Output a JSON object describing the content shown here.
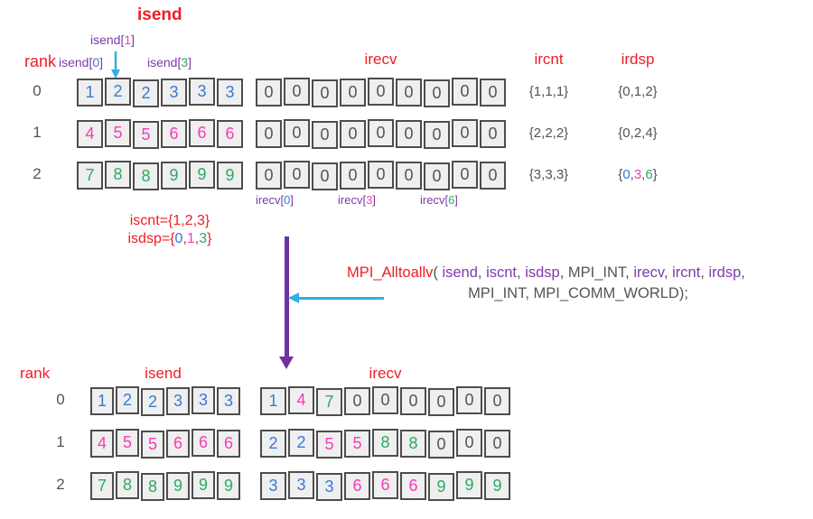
{
  "colors": {
    "red": "#ee1c25",
    "purple": "#7c3aad",
    "arrow_purple": "#7030a0",
    "blue": "#3779d4",
    "magenta": "#f23eb5",
    "green": "#2cab5f",
    "cyan": "#30aee6",
    "dark": "#515559",
    "cell_bg": "#efeff0",
    "cell_border": "#4d4d4d"
  },
  "top": {
    "title": "isend",
    "rank_header": "rank",
    "irecv_header": "irecv",
    "ircnt_header": "ircnt",
    "irdsp_header": "irdsp",
    "isend_label_1": [
      {
        "t": "isend[",
        "c": "purple"
      },
      {
        "t": "1",
        "c": "magenta"
      },
      {
        "t": "]",
        "c": "purple"
      }
    ],
    "isend_label_0": [
      {
        "t": "isend[",
        "c": "purple"
      },
      {
        "t": "0",
        "c": "blue"
      },
      {
        "t": "]",
        "c": "purple"
      }
    ],
    "isend_label_3": [
      {
        "t": "isend[",
        "c": "purple"
      },
      {
        "t": "3",
        "c": "green"
      },
      {
        "t": "]",
        "c": "purple"
      }
    ],
    "rows": [
      {
        "rank": "0",
        "isend": [
          {
            "v": "1",
            "c": "blue"
          },
          {
            "v": "2",
            "c": "blue"
          },
          {
            "v": "2",
            "c": "blue"
          },
          {
            "v": "3",
            "c": "blue"
          },
          {
            "v": "3",
            "c": "blue"
          },
          {
            "v": "3",
            "c": "blue"
          }
        ],
        "irecv": [
          {
            "v": "0",
            "c": "dark"
          },
          {
            "v": "0",
            "c": "dark"
          },
          {
            "v": "0",
            "c": "dark"
          },
          {
            "v": "0",
            "c": "dark"
          },
          {
            "v": "0",
            "c": "dark"
          },
          {
            "v": "0",
            "c": "dark"
          },
          {
            "v": "0",
            "c": "dark"
          },
          {
            "v": "0",
            "c": "dark"
          },
          {
            "v": "0",
            "c": "dark"
          }
        ],
        "ircnt": "{1,1,1}",
        "irdsp": [
          {
            "t": "{0,1,2}",
            "c": "dark"
          }
        ]
      },
      {
        "rank": "1",
        "isend": [
          {
            "v": "4",
            "c": "magenta"
          },
          {
            "v": "5",
            "c": "magenta"
          },
          {
            "v": "5",
            "c": "magenta"
          },
          {
            "v": "6",
            "c": "magenta"
          },
          {
            "v": "6",
            "c": "magenta"
          },
          {
            "v": "6",
            "c": "magenta"
          }
        ],
        "irecv": [
          {
            "v": "0",
            "c": "dark"
          },
          {
            "v": "0",
            "c": "dark"
          },
          {
            "v": "0",
            "c": "dark"
          },
          {
            "v": "0",
            "c": "dark"
          },
          {
            "v": "0",
            "c": "dark"
          },
          {
            "v": "0",
            "c": "dark"
          },
          {
            "v": "0",
            "c": "dark"
          },
          {
            "v": "0",
            "c": "dark"
          },
          {
            "v": "0",
            "c": "dark"
          }
        ],
        "ircnt": "{2,2,2}",
        "irdsp": [
          {
            "t": "{0,2,4}",
            "c": "dark"
          }
        ]
      },
      {
        "rank": "2",
        "isend": [
          {
            "v": "7",
            "c": "green"
          },
          {
            "v": "8",
            "c": "green"
          },
          {
            "v": "8",
            "c": "green"
          },
          {
            "v": "9",
            "c": "green"
          },
          {
            "v": "9",
            "c": "green"
          },
          {
            "v": "9",
            "c": "green"
          }
        ],
        "irecv": [
          {
            "v": "0",
            "c": "dark"
          },
          {
            "v": "0",
            "c": "dark"
          },
          {
            "v": "0",
            "c": "dark"
          },
          {
            "v": "0",
            "c": "dark"
          },
          {
            "v": "0",
            "c": "dark"
          },
          {
            "v": "0",
            "c": "dark"
          },
          {
            "v": "0",
            "c": "dark"
          },
          {
            "v": "0",
            "c": "dark"
          },
          {
            "v": "0",
            "c": "dark"
          }
        ],
        "ircnt": "{3,3,3}",
        "irdsp": [
          {
            "t": "{",
            "c": "dark"
          },
          {
            "t": "0",
            "c": "blue"
          },
          {
            "t": ",",
            "c": "dark"
          },
          {
            "t": "3",
            "c": "magenta"
          },
          {
            "t": ",",
            "c": "dark"
          },
          {
            "t": "6",
            "c": "green"
          },
          {
            "t": "}",
            "c": "dark"
          }
        ]
      }
    ],
    "irecv_index_label_0": [
      {
        "t": "irecv[",
        "c": "purple"
      },
      {
        "t": "0",
        "c": "blue"
      },
      {
        "t": "]",
        "c": "purple"
      }
    ],
    "irecv_index_label_3": [
      {
        "t": "irecv[",
        "c": "purple"
      },
      {
        "t": "3",
        "c": "magenta"
      },
      {
        "t": "]",
        "c": "purple"
      }
    ],
    "irecv_index_label_6": [
      {
        "t": "irecv[",
        "c": "purple"
      },
      {
        "t": "6",
        "c": "green"
      },
      {
        "t": "]",
        "c": "purple"
      }
    ]
  },
  "middle": {
    "iscnt_line": [
      {
        "t": "iscnt={1,2,3}",
        "c": "red"
      }
    ],
    "isdsp_line": [
      {
        "t": "isdsp={",
        "c": "red"
      },
      {
        "t": "0",
        "c": "blue"
      },
      {
        "t": ",",
        "c": "red"
      },
      {
        "t": "1",
        "c": "magenta"
      },
      {
        "t": ",",
        "c": "red"
      },
      {
        "t": "3",
        "c": "green"
      },
      {
        "t": "}",
        "c": "red"
      }
    ],
    "call_line1": [
      {
        "t": "MPI_Alltoallv",
        "c": "red"
      },
      {
        "t": "( ",
        "c": "dark"
      },
      {
        "t": "isend",
        "c": "purple"
      },
      {
        "t": ", ",
        "c": "dark"
      },
      {
        "t": "iscnt",
        "c": "purple"
      },
      {
        "t": ", ",
        "c": "dark"
      },
      {
        "t": "isdsp",
        "c": "purple"
      },
      {
        "t": ", MPI_INT, ",
        "c": "dark"
      },
      {
        "t": "irecv",
        "c": "purple"
      },
      {
        "t": ", ",
        "c": "dark"
      },
      {
        "t": "ircnt",
        "c": "purple"
      },
      {
        "t": ", ",
        "c": "dark"
      },
      {
        "t": "irdsp",
        "c": "purple"
      },
      {
        "t": ",",
        "c": "dark"
      }
    ],
    "call_line2": "MPI_INT, MPI_COMM_WORLD);"
  },
  "bottom": {
    "rank_header": "rank",
    "isend_header": "isend",
    "irecv_header": "irecv",
    "rows": [
      {
        "rank": "0",
        "isend": [
          {
            "v": "1",
            "c": "blue"
          },
          {
            "v": "2",
            "c": "blue"
          },
          {
            "v": "2",
            "c": "blue"
          },
          {
            "v": "3",
            "c": "blue"
          },
          {
            "v": "3",
            "c": "blue"
          },
          {
            "v": "3",
            "c": "blue"
          }
        ],
        "irecv": [
          {
            "v": "1",
            "c": "blue"
          },
          {
            "v": "4",
            "c": "magenta"
          },
          {
            "v": "7",
            "c": "green"
          },
          {
            "v": "0",
            "c": "dark"
          },
          {
            "v": "0",
            "c": "dark"
          },
          {
            "v": "0",
            "c": "dark"
          },
          {
            "v": "0",
            "c": "dark"
          },
          {
            "v": "0",
            "c": "dark"
          },
          {
            "v": "0",
            "c": "dark"
          }
        ]
      },
      {
        "rank": "1",
        "isend": [
          {
            "v": "4",
            "c": "magenta"
          },
          {
            "v": "5",
            "c": "magenta"
          },
          {
            "v": "5",
            "c": "magenta"
          },
          {
            "v": "6",
            "c": "magenta"
          },
          {
            "v": "6",
            "c": "magenta"
          },
          {
            "v": "6",
            "c": "magenta"
          }
        ],
        "irecv": [
          {
            "v": "2",
            "c": "blue"
          },
          {
            "v": "2",
            "c": "blue"
          },
          {
            "v": "5",
            "c": "magenta"
          },
          {
            "v": "5",
            "c": "magenta"
          },
          {
            "v": "8",
            "c": "green"
          },
          {
            "v": "8",
            "c": "green"
          },
          {
            "v": "0",
            "c": "dark"
          },
          {
            "v": "0",
            "c": "dark"
          },
          {
            "v": "0",
            "c": "dark"
          }
        ]
      },
      {
        "rank": "2",
        "isend": [
          {
            "v": "7",
            "c": "green"
          },
          {
            "v": "8",
            "c": "green"
          },
          {
            "v": "8",
            "c": "green"
          },
          {
            "v": "9",
            "c": "green"
          },
          {
            "v": "9",
            "c": "green"
          },
          {
            "v": "9",
            "c": "green"
          }
        ],
        "irecv": [
          {
            "v": "3",
            "c": "blue"
          },
          {
            "v": "3",
            "c": "blue"
          },
          {
            "v": "3",
            "c": "blue"
          },
          {
            "v": "6",
            "c": "magenta"
          },
          {
            "v": "6",
            "c": "magenta"
          },
          {
            "v": "6",
            "c": "magenta"
          },
          {
            "v": "9",
            "c": "green"
          },
          {
            "v": "9",
            "c": "green"
          },
          {
            "v": "9",
            "c": "green"
          }
        ]
      }
    ]
  }
}
